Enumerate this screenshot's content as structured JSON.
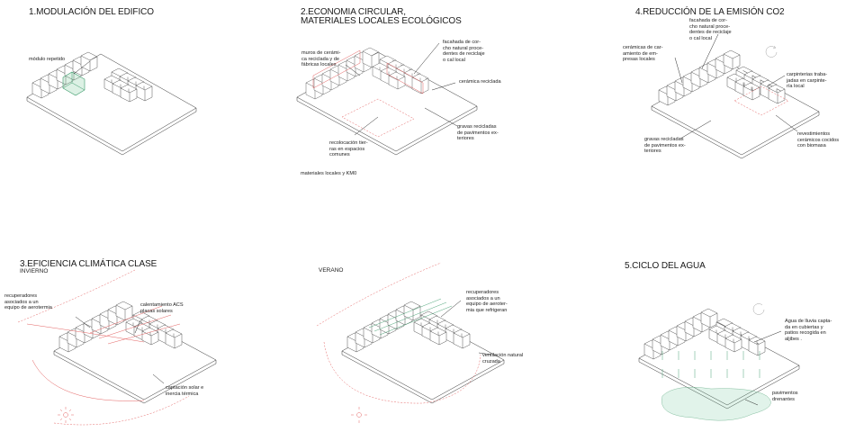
{
  "panels": {
    "p1": {
      "title": "1.MODULACIÓN DEL EDIFICO",
      "labels": {
        "modulo": "módulo repetido"
      }
    },
    "p2": {
      "title_line1": "2.ECONOMIA CIRCULAR,",
      "title_line2": "MATERIALES LOCALES ECOLÓGICOS",
      "labels": {
        "muros": "muros de cerámi-\nca reciclada y de\nfábricas locales",
        "fachada": "facahada de cor-\ncho natural proce-\ndentes de reciclaje\no cal local",
        "ceramica": "cerámica reciclada",
        "gravas": "gravas recicladas\nde pavimentos ex-\nteriores",
        "recolocacion": "recolocación tier-\nras en espacios\ncomunes",
        "materiales": "materiales locales y KM0"
      }
    },
    "p4": {
      "title": "4.REDUCCIÓN DE LA EMISIÓN CO2",
      "labels": {
        "fachada": "facahada de cor-\ncho natural proce-\ndentes de reciclaje\no cal local",
        "ceramicas": "cerámicas de car-\namiento de em-\npresas locales",
        "carpinterias": "carpinterias traba-\njadas en carpinte-\nría local",
        "revestimientos": "revestimientos\ncerámicos cocidos\ncon biomasa",
        "gravas": "gravas recicladas\nde pavimentos ex-\nteriores"
      }
    },
    "p3": {
      "title": "3.EFICIENCIA CLIMÁTICA CLASE",
      "subtitle": "INVIERNO",
      "labels": {
        "recuperadores": "recuperadores\nasociados a un\nequipo de aerotermia",
        "calentamiento": "calentamiento ACS\nplacas solares",
        "captacion": "captación solar e\ninercia térmica"
      }
    },
    "p3b": {
      "subtitle": "VERANO",
      "labels": {
        "recuperadores": "recuperadores\nasociados a un\nequipo de aeroter-\nmia que refrigeran",
        "ventilacion": "ventilación natural\ncruzada"
      }
    },
    "p5": {
      "title": "5.CICLO DEL AGUA",
      "labels": {
        "agua": "Agua de lluvia capta-\nda en cubiertas y\npatios recogida en\naljibes .",
        "pavimentos": "pavimentos\ndrenantes"
      }
    }
  },
  "colors": {
    "red": "#e05050",
    "green": "#3a9a6a",
    "line": "#333333"
  }
}
